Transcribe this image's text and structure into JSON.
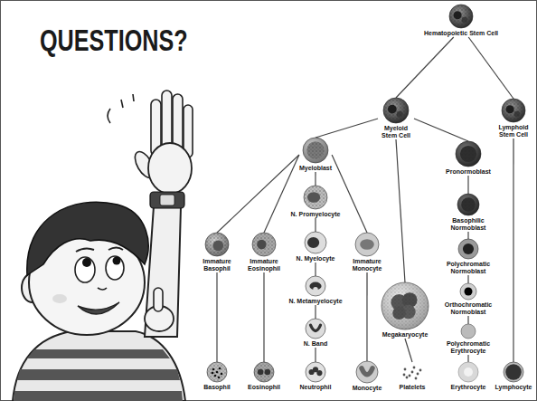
{
  "diagram": {
    "title": "QUESTIONS?",
    "nodes": [
      {
        "text": [
          "Hematopoietic Stem Cell"
        ]
      },
      {
        "text": [
          "Myeloid Stem Cell"
        ]
      },
      {
        "text": [
          "Lymphoid Stem Cell"
        ]
      },
      {
        "text": [
          "Myeloblast"
        ]
      },
      {
        "text": [
          "Pronormoblast"
        ]
      },
      {
        "text": [
          "N. Promyelocyte"
        ]
      },
      {
        "text": [
          "Immature Basophil"
        ]
      },
      {
        "text": [
          "Immature Eosinophil"
        ]
      },
      {
        "text": [
          "N. Myelocyte"
        ]
      },
      {
        "text": [
          "Immature Monocyte"
        ]
      },
      {
        "text": [
          "Megakaryocyte"
        ]
      },
      {
        "text": [
          "Basophilic Normoblast"
        ]
      },
      {
        "text": [
          "Polychromatic Normoblast"
        ]
      },
      {
        "text": [
          "N. Metamyelocyte"
        ]
      },
      {
        "text": [
          "Orthochromatic Normoblast"
        ]
      },
      {
        "text": [
          "N. Band"
        ]
      },
      {
        "text": [
          "Polychromatic Erythrocyte"
        ]
      },
      {
        "text": [
          "Basophil"
        ]
      },
      {
        "text": [
          "Eosinophil"
        ]
      },
      {
        "text": [
          "Neutrophil"
        ]
      },
      {
        "text": [
          "Monocyte"
        ]
      },
      {
        "text": [
          "Platelets"
        ]
      },
      {
        "text": [
          "Erythrocyte"
        ]
      },
      {
        "text": [
          "Lymphocyte"
        ]
      }
    ],
    "edges": [
      {
        "from": 0,
        "to": 1,
        "arrow": "none"
      },
      {
        "from": 0,
        "to": 2,
        "arrow": "none"
      },
      {
        "from": 1,
        "to": 3,
        "arrow": "none"
      },
      {
        "from": 1,
        "to": 10,
        "arrow": "none"
      },
      {
        "from": 1,
        "to": 4,
        "arrow": "none"
      },
      {
        "from": 2,
        "to": 23,
        "arrow": "none"
      },
      {
        "from": 3,
        "to": 6,
        "arrow": "none"
      },
      {
        "from": 3,
        "to": 7,
        "arrow": "none"
      },
      {
        "from": 3,
        "to": 5,
        "arrow": "none"
      },
      {
        "from": 3,
        "to": 9,
        "arrow": "none"
      },
      {
        "from": 4,
        "to": 11,
        "arrow": "none"
      },
      {
        "from": 5,
        "to": 8,
        "arrow": "none"
      },
      {
        "from": 6,
        "to": 17,
        "arrow": "none"
      },
      {
        "from": 7,
        "to": 18,
        "arrow": "none"
      },
      {
        "from": 8,
        "to": 13,
        "arrow": "none"
      },
      {
        "from": 9,
        "to": 20,
        "arrow": "none"
      },
      {
        "from": 10,
        "to": 21,
        "arrow": "none"
      },
      {
        "from": 11,
        "to": 12,
        "arrow": "none"
      },
      {
        "from": 12,
        "to": 14,
        "arrow": "none"
      },
      {
        "from": 13,
        "to": 15,
        "arrow": "none"
      },
      {
        "from": 14,
        "to": 16,
        "arrow": "none"
      },
      {
        "from": 15,
        "to": 19,
        "arrow": "none"
      },
      {
        "from": 16,
        "to": 22,
        "arrow": "none"
      }
    ]
  }
}
